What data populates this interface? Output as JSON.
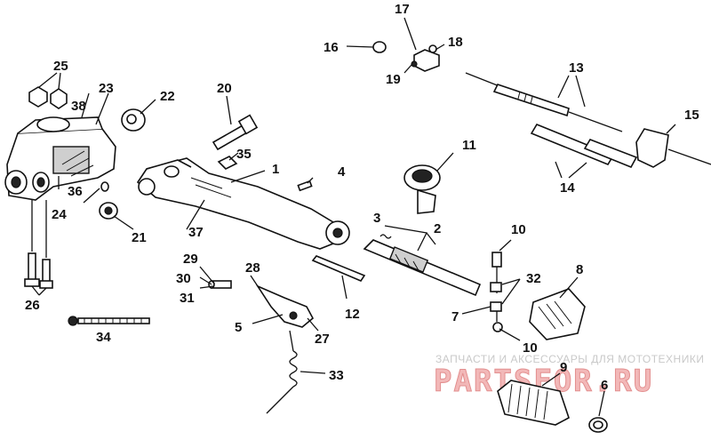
{
  "watermark": {
    "subtitle": "ЗАПЧАСТИ И АКСЕССУАРЫ ДЛЯ МОТОТЕХНИКИ",
    "brand": "PARTSFOR.RU"
  },
  "callouts": [
    "1",
    "2",
    "3",
    "4",
    "5",
    "6",
    "7",
    "8",
    "9",
    "10",
    "10",
    "11",
    "12",
    "13",
    "14",
    "15",
    "16",
    "17",
    "18",
    "19",
    "20",
    "21",
    "22",
    "23",
    "24",
    "25",
    "26",
    "27",
    "28",
    "29",
    "30",
    "31",
    "32",
    "33",
    "34",
    "35",
    "36",
    "37",
    "38"
  ]
}
